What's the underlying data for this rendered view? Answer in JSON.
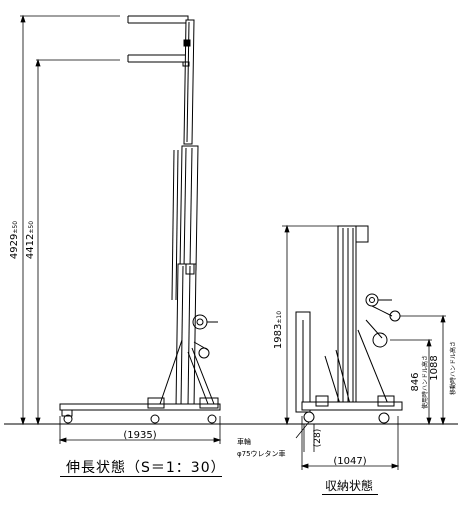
{
  "extended_view": {
    "height_max": "4929",
    "height_max_tol": "±50",
    "height_top_rail": "4412",
    "height_top_rail_tol": "±50",
    "base_length": "(1935)",
    "caption": "伸長状態（S＝1：30）"
  },
  "stored_view": {
    "height": "1983",
    "height_tol": "±10",
    "handle_height_use_value": "846",
    "handle_height_use_label": "使用時ハンドル高さ",
    "handle_height_move_value": "1088",
    "handle_height_move_label": "移動時ハンドル高さ",
    "wheel_label": "車輪",
    "wheel_spec": "φ75ウレタン車",
    "wheel_offset": "(28)",
    "base_length": "(1047)",
    "caption": "収納状態"
  }
}
